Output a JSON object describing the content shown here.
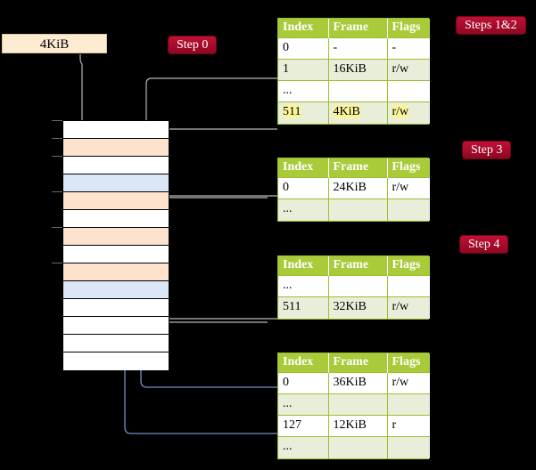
{
  "source": {
    "label": "4KiB"
  },
  "badges": {
    "step0": "Step 0",
    "steps12": "Steps 1&2",
    "step3": "Step 3",
    "step4": "Step 4"
  },
  "columns": {
    "index": "Index",
    "frame": "Frame",
    "flags": "Flags"
  },
  "colors": {
    "header_green": "#a9cb3a",
    "table_border": "#9cbf2e",
    "alt_row": "#e9eeda",
    "highlight_yellow": "#fbf59a",
    "badge_red": "#a90b2a",
    "source_box": "#fdecd2",
    "mem_peach": "#fde3cd",
    "mem_blue": "#dbe7f6",
    "wire_grey": "#b9b9b9",
    "wire_blue": "#6f93c4",
    "background": "#000000"
  },
  "tables": [
    {
      "id": "table1",
      "rows": [
        {
          "index": "0",
          "frame": "-",
          "flags": "-",
          "alt": false,
          "hl": false
        },
        {
          "index": "1",
          "frame": "16KiB",
          "flags": "r/w",
          "alt": true,
          "hl": false
        },
        {
          "index": "...",
          "frame": "",
          "flags": "",
          "alt": false,
          "hl": false
        },
        {
          "index": "511",
          "frame": "4KiB",
          "flags": "r/w",
          "alt": true,
          "hl": true
        }
      ]
    },
    {
      "id": "table2",
      "rows": [
        {
          "index": "0",
          "frame": "24KiB",
          "flags": "r/w",
          "alt": false,
          "hl": false
        },
        {
          "index": "...",
          "frame": "",
          "flags": "",
          "alt": true,
          "hl": false
        }
      ]
    },
    {
      "id": "table3",
      "rows": [
        {
          "index": "...",
          "frame": "",
          "flags": "",
          "alt": false,
          "hl": false
        },
        {
          "index": "511",
          "frame": "32KiB",
          "flags": "r/w",
          "alt": true,
          "hl": false
        }
      ]
    },
    {
      "id": "table4",
      "rows": [
        {
          "index": "0",
          "frame": "36KiB",
          "flags": "r/w",
          "alt": false,
          "hl": false
        },
        {
          "index": "...",
          "frame": "",
          "flags": "",
          "alt": true,
          "hl": false
        },
        {
          "index": "127",
          "frame": "12KiB",
          "flags": "r",
          "alt": false,
          "hl": false
        },
        {
          "index": "...",
          "frame": "",
          "flags": "",
          "alt": true,
          "hl": false
        }
      ]
    }
  ],
  "memory_grid": {
    "rows": [
      {
        "fill": "white"
      },
      {
        "fill": "peach"
      },
      {
        "fill": "white"
      },
      {
        "fill": "blue"
      },
      {
        "fill": "peach"
      },
      {
        "fill": "white"
      },
      {
        "fill": "peach"
      },
      {
        "fill": "white"
      },
      {
        "fill": "peach"
      },
      {
        "fill": "blue"
      },
      {
        "fill": "white"
      },
      {
        "fill": "white"
      },
      {
        "fill": "white"
      },
      {
        "fill": "white"
      }
    ]
  }
}
